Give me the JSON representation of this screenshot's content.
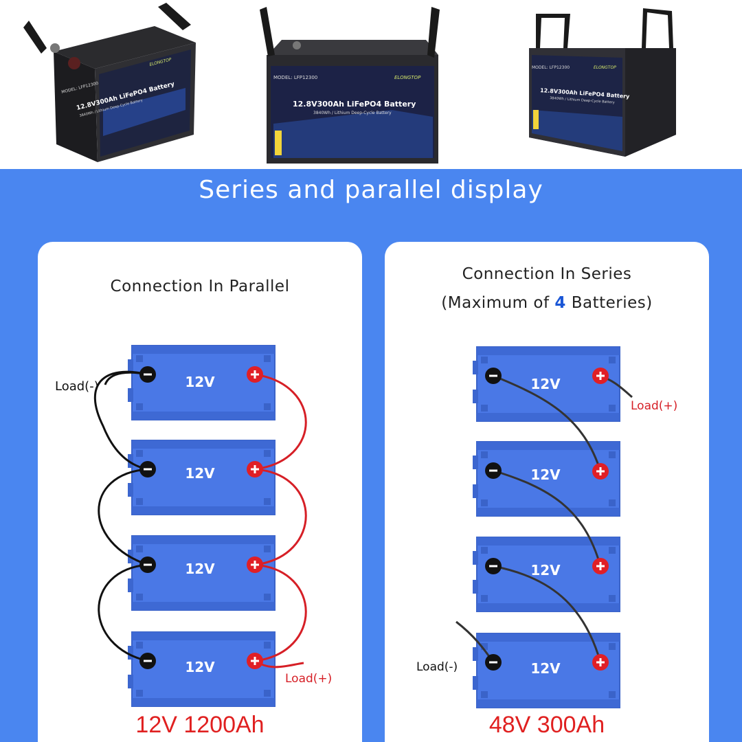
{
  "headline": "Series and parallel display",
  "products": [
    {
      "model": "MODEL: LFP12300",
      "title": "12.8V300Ah  LiFePO4  Battery",
      "subtitle": "3840Wh / Lithium Deep-Cycle Battery",
      "brand": "ELONGTOP"
    },
    {
      "model": "MODEL: LFP12300",
      "title": "12.8V300Ah  LiFePO4  Battery",
      "subtitle": "3840Wh / Lithium Deep-Cycle Battery",
      "brand": "ELONGTOP"
    },
    {
      "model": "MODEL: LFP12300",
      "title": "12.8V300Ah  LiFePO4  Battery",
      "subtitle": "3840Wh / Lithium Deep-Cycle Battery",
      "brand": "ELONGTOP"
    }
  ],
  "parallel": {
    "title": "Connection In Parallel",
    "battery_label": "12V",
    "load_neg": "Load(-)",
    "load_pos": "Load(+)",
    "result": "12V 1200Ah"
  },
  "series": {
    "title_line1": "Connection In Series",
    "title_prefix": "(Maximum of ",
    "title_count": "4",
    "title_suffix": " Batteries)",
    "battery_label": "12V",
    "load_neg": "Load(-)",
    "load_pos": "Load(+)",
    "result": "48V 300Ah"
  },
  "colors": {
    "accent_blue": "#4a86f0",
    "battery_blue": "#4a78e6",
    "wire_red": "#d61f26",
    "wire_black": "#111111",
    "highlight": "#1a56d6"
  }
}
